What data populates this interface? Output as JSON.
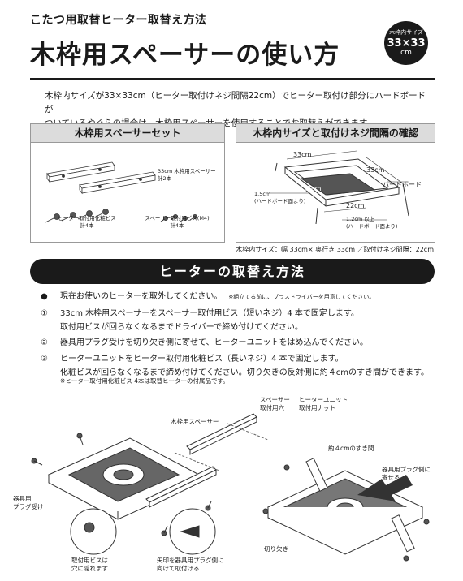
{
  "header": {
    "subtitle": "こたつ用取替ヒーター取替え方法",
    "title": "木枠用スペーサーの使い方",
    "badge": {
      "line1": "木枠内サイズ",
      "line2": "33×33",
      "line3": "cm"
    }
  },
  "intro": {
    "line1": "木枠内サイズが33×33cm（ヒーター取付けネジ間隔22cm）でヒーター取付け部分にハードボードが",
    "line2": "ついているやぐらの場合は、木枠用スペーサーを使用することでお取替えができます。"
  },
  "panel_set": {
    "title": "木枠用スペーサーセット",
    "spacer_label": "33cm 木枠用スペーサー",
    "spacer_count": "計2本",
    "long_screw_label": "ヒーター取付用化粧ビス",
    "long_screw_count": "計4本",
    "short_screw_label": "スペーサー取付用ビス(M4)",
    "short_screw_count": "計4本"
  },
  "panel_size": {
    "title": "木枠内サイズと取付けネジ間隔の確認",
    "dim_33_top": "33cm",
    "dim_33_side": "33cm",
    "dim_15": "15cm",
    "dim_22": "22cm",
    "hardboard": "ハードボード",
    "dim_1_5": "1.5cm",
    "dim_1_5_note": "(ハードボード面より)",
    "dim_1_2": "1.2cm 以上",
    "dim_1_2_note": "(ハードボード面より)",
    "caption": "木枠内サイズ：幅 33cm× 奥行き 33cm ／取付けネジ間隔：22cm"
  },
  "section": {
    "title": "ヒーターの取替え方法"
  },
  "steps": [
    {
      "marker": "●",
      "text": "現在お使いのヒーターを取外してください。",
      "note": "※組立てる前に、プラスドライバーを用意してください。"
    },
    {
      "marker": "①",
      "text": "33cm 木枠用スペーサーをスペーサー取付用ビス（短いネジ）4 本で固定します。",
      "sub": "取付用ビスが回らなくなるまでドライバーで締め付けてください。"
    },
    {
      "marker": "②",
      "text": "器具用プラグ受けを切り欠き側に寄せて、ヒーターユニットをはめ込んでください。"
    },
    {
      "marker": "③",
      "text": "ヒーターユニットをヒーター取付用化粧ビス（長いネジ）4 本で固定します。",
      "sub": "化粧ビスが回らなくなるまで締め付けてください。切り欠きの反対側に約４cmのすき間ができます。"
    }
  ],
  "step_note": "※ヒーター取付用化粧ビス 4本は取替ヒーターの付属品です。",
  "diagram": {
    "spacer_hole": "スペーサー\n取付用穴",
    "heater_nut": "ヒーターユニット\n取付用ナット",
    "spacer_label": "木枠用スペーサー",
    "plug_receiver": "器具用\nプラグ受け",
    "gap_4cm": "約４cmのすき間",
    "plug_side": "器具用プラグ側に\n寄せる",
    "notch": "切り欠き",
    "hidden_screw": "取付用ビスは\n穴に隠れます",
    "arrow_hint": "矢印を器具用プラグ側に\n向けて取付ける"
  }
}
